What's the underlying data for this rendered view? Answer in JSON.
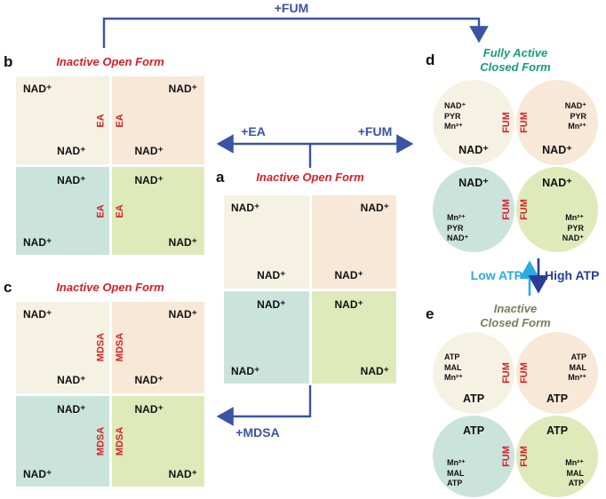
{
  "colors": {
    "cream": "#f5f1e3",
    "tan": "#f7e8d8",
    "teal": "#cbe4db",
    "green": "#dfeabb",
    "red": "#d42127",
    "blue": "#3a53a4",
    "green_title": "#149d7e",
    "olive_title": "#7c7c5a",
    "cyan": "#2aabe2",
    "navy": "#283e96"
  },
  "arrows": {
    "top_fum": "+FUM",
    "ea": "+EA",
    "fum": "+FUM",
    "mdsa": "+MDSA",
    "low_atp": "Low ATP",
    "high_atp": "High ATP"
  },
  "panels": {
    "a": {
      "letter": "a",
      "title": "Inactive Open Form",
      "cells": {
        "tl": {
          "outer": "NAD⁺",
          "inner": "NAD⁺"
        },
        "tr": {
          "outer": "NAD⁺",
          "inner": "NAD⁺"
        },
        "bl": {
          "inner": "NAD⁺",
          "outer": "NAD⁺"
        },
        "br": {
          "inner": "NAD⁺",
          "outer": "NAD⁺"
        }
      }
    },
    "b": {
      "letter": "b",
      "title": "Inactive Open Form",
      "cells": {
        "tl": {
          "outer": "NAD⁺",
          "inner": "NAD⁺",
          "ligand": "EA"
        },
        "tr": {
          "outer": "NAD⁺",
          "inner": "NAD⁺",
          "ligand": "EA"
        },
        "bl": {
          "inner": "NAD⁺",
          "outer": "NAD⁺",
          "ligand": "EA"
        },
        "br": {
          "inner": "NAD⁺",
          "outer": "NAD⁺",
          "ligand": "EA"
        }
      }
    },
    "c": {
      "letter": "c",
      "title": "Inactive Open Form",
      "cells": {
        "tl": {
          "outer": "NAD⁺",
          "inner": "NAD⁺",
          "ligand": "MDSA"
        },
        "tr": {
          "outer": "NAD⁺",
          "inner": "NAD⁺",
          "ligand": "MDSA"
        },
        "bl": {
          "inner": "NAD⁺",
          "outer": "NAD⁺",
          "ligand": "MDSA"
        },
        "br": {
          "inner": "NAD⁺",
          "outer": "NAD⁺",
          "ligand": "MDSA"
        }
      }
    },
    "d": {
      "letter": "d",
      "title": "Fully Active\nClosed Form",
      "cells": {
        "tl": {
          "stack": "NAD⁺\nPYR\nMn²⁺",
          "ligand": "FUM",
          "main": "NAD⁺"
        },
        "tr": {
          "stack": "NAD⁺\nPYR\nMn²⁺",
          "ligand": "FUM",
          "main": "NAD⁺"
        },
        "bl": {
          "main": "NAD⁺",
          "ligand": "FUM",
          "stack": "Mn²⁺\nPYR\nNAD⁺"
        },
        "br": {
          "main": "NAD⁺",
          "ligand": "FUM",
          "stack": "Mn²⁺\nPYR\nNAD⁺"
        }
      }
    },
    "e": {
      "letter": "e",
      "title": "Inactive\nClosed Form",
      "cells": {
        "tl": {
          "stack": "ATP\nMAL\nMn²⁺",
          "ligand": "FUM",
          "main": "ATP"
        },
        "tr": {
          "stack": "ATP\nMAL\nMn²⁺",
          "ligand": "FUM",
          "main": "ATP"
        },
        "bl": {
          "main": "ATP",
          "ligand": "FUM",
          "stack": "Mn²⁺\nMAL\nATP"
        },
        "br": {
          "main": "ATP",
          "ligand": "FUM",
          "stack": "Mn²⁺\nMAL\nATP"
        }
      }
    }
  }
}
